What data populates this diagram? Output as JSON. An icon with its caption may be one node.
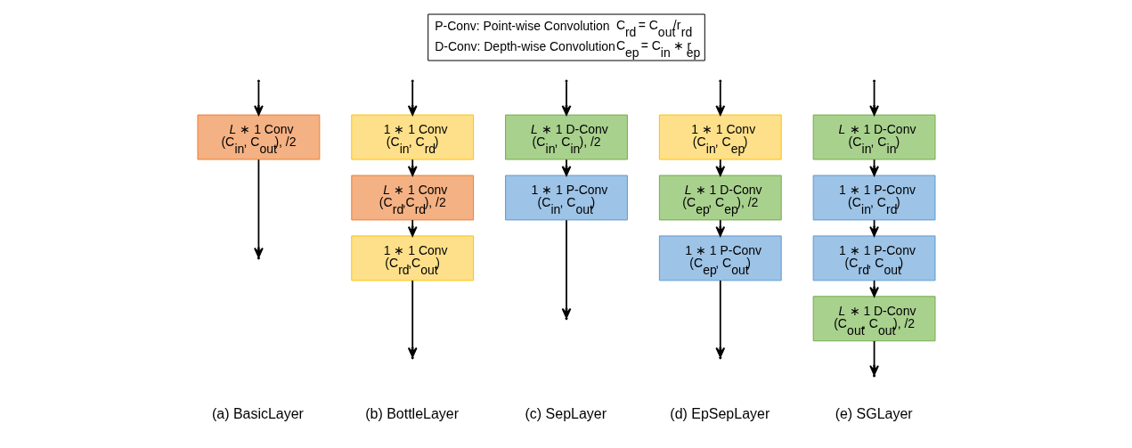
{
  "diagram": {
    "nodes": [
      {
        "text": [
          "*L* ∗ 1 Conv",
          "(C$_{in}$, C$_{out}$), /2"
        ]
      },
      {
        "text": [
          "1 ∗ 1 Conv",
          "(C$_{in}$, C$_{rd}$)"
        ]
      },
      {
        "text": [
          "*L* ∗ 1 Conv",
          "(C$_{rd}$,C$_{rd}$), /2"
        ]
      },
      {
        "text": [
          "1 ∗ 1 Conv",
          "(C$_{rd}$,C$_{out}$)"
        ]
      },
      {
        "text": [
          "*L* ∗ 1 D-Conv",
          "(C$_{in}$, C$_{in}$), /2"
        ]
      },
      {
        "text": [
          "1 ∗ 1 P-Conv",
          "(C$_{in}$, C$_{out}$)"
        ]
      },
      {
        "text": [
          "1 ∗ 1 Conv",
          "(C$_{in}$, C$_{ep}$)"
        ]
      },
      {
        "text": [
          "*L* ∗ 1 D-Conv",
          "(C$_{ep}$, C$_{ep}$), /2"
        ]
      },
      {
        "text": [
          "1 ∗ 1 P-Conv",
          "(C$_{ep}$, C$_{out}$)"
        ]
      },
      {
        "text": [
          "*L* ∗ 1 D-Conv",
          "(C$_{in}$, C$_{in}$)"
        ]
      },
      {
        "text": [
          "1 ∗ 1 P-Conv",
          "(C$_{in}$, C$_{rd}$)"
        ]
      },
      {
        "text": [
          "1 ∗ 1 P-Conv",
          "(C$_{rd}$, C$_{out}$)"
        ]
      },
      {
        "text": [
          "*L* ∗ 1 D-Conv",
          "(C$_{out}$, C$_{out}$), /2"
        ]
      }
    ],
    "edges": [
      {
        "from": 0,
        "to": null,
        "arrow": "to"
      },
      {
        "from": null,
        "to": 0,
        "arrow": "to"
      },
      {
        "from": null,
        "to": 1,
        "arrow": "to"
      },
      {
        "from": 1,
        "to": 2,
        "arrow": "to"
      },
      {
        "from": 2,
        "to": 3,
        "arrow": "to"
      },
      {
        "from": 3,
        "to": null,
        "arrow": "to"
      },
      {
        "from": null,
        "to": 4,
        "arrow": "to"
      },
      {
        "from": 4,
        "to": 5,
        "arrow": "to"
      },
      {
        "from": 5,
        "to": null,
        "arrow": "to"
      },
      {
        "from": null,
        "to": 6,
        "arrow": "to"
      },
      {
        "from": 6,
        "to": 7,
        "arrow": "to"
      },
      {
        "from": 7,
        "to": 8,
        "arrow": "to"
      },
      {
        "from": 8,
        "to": null,
        "arrow": "to"
      },
      {
        "from": null,
        "to": 9,
        "arrow": "to"
      },
      {
        "from": 9,
        "to": 10,
        "arrow": "to"
      },
      {
        "from": 10,
        "to": 11,
        "arrow": "to"
      },
      {
        "from": 11,
        "to": 12,
        "arrow": "to"
      },
      {
        "from": 12,
        "to": null,
        "arrow": "to"
      }
    ],
    "labels": [
      "P-Conv: Point-wise Convolution",
      "C$_{rd}$ = C$_{out}$/r$_{rd}$",
      "D-Conv: Depth-wise Convolution",
      "C$_{ep}$ = C$_{in}$ ∗ r$_{ep}$",
      "(a) BasicLayer",
      "(b) BottleLayer",
      "(c) SepLayer",
      "(d) EpSepLayer",
      "(e) SGLayer"
    ]
  }
}
